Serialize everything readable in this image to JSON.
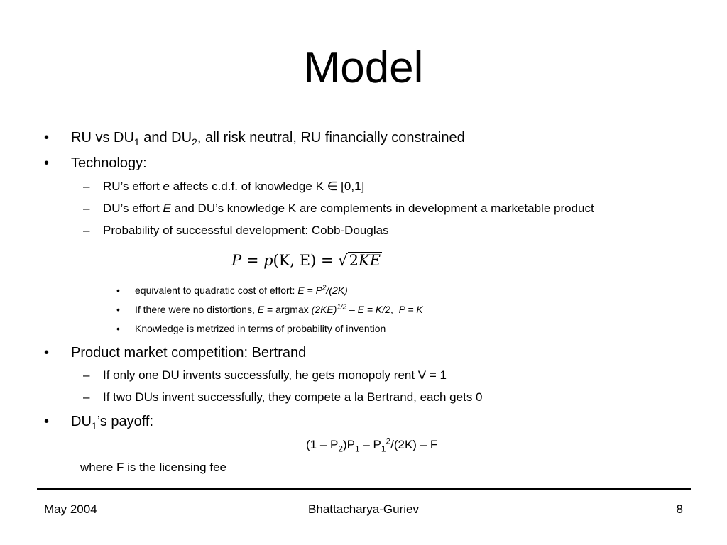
{
  "slide": {
    "title": "Model",
    "bullets": {
      "b1": {
        "marker": "•",
        "t_a": "RU vs DU",
        "sub1": "1",
        "t_b": " and DU",
        "sub2": "2",
        "t_c": ", all risk neutral, RU financially constrained"
      },
      "b2": {
        "marker": "•",
        "text": "Technology:",
        "items": {
          "s1": {
            "marker": "–",
            "t_a": "RU’s effort ",
            "em": "e",
            "t_b": " affects c.d.f. of knowledge K ",
            "symbol": "∈",
            "t_c": " [0,1]"
          },
          "s2": {
            "marker": "–",
            "t_a": "DU’s effort ",
            "em": "E",
            "t_b": " and DU’s knowledge K are complements in development a marketable product"
          },
          "s3": {
            "marker": "–",
            "text": "Probability of successful development: Cobb-Douglas"
          }
        },
        "formula": {
          "lhs": "P",
          "eq1": " = ",
          "fn": "p",
          "args": "(K, E)",
          "eq2": " = ",
          "radical": "√",
          "radicand_num": "2",
          "radicand_var": "KE"
        },
        "subitems": {
          "t1": {
            "marker": "•",
            "t_a": "equivalent to quadratic cost of effort: ",
            "em_a": "E = P",
            "sup": "2",
            "em_b": "/(2K)"
          },
          "t2": {
            "marker": "•",
            "t_a": "If there were no distortions, ",
            "em_a": "E",
            "t_b": " = argmax ",
            "em_b": "(2KE)",
            "sup": "1/2",
            "em_c": " – E = K/2",
            "t_c": ",  ",
            "em_d": "P = K"
          },
          "t3": {
            "marker": "•",
            "text": "Knowledge is metrized in terms of probability of invention"
          }
        }
      },
      "b3": {
        "marker": "•",
        "text": "Product market competition: Bertrand",
        "items": {
          "s1": {
            "marker": "–",
            "text": "If only one DU invents successfully, he gets monopoly rent V = 1"
          },
          "s2": {
            "marker": "–",
            "text": "If two DUs invent successfully, they compete a la Bertrand, each gets 0"
          }
        }
      },
      "b4": {
        "marker": "•",
        "t_a": "DU",
        "sub": "1",
        "t_b": "’s payoff:",
        "payoff": {
          "t_a": "(1 – P",
          "sub_a": "2",
          "t_b": ")P",
          "sub_b": "1",
          "t_c": " – P",
          "sub_c": "1",
          "sup_c": "2",
          "t_d": "/(2K) – F"
        },
        "note": "where F is the licensing fee"
      }
    }
  },
  "footer": {
    "left": "May 2004",
    "center": "Bhattacharya-Guriev",
    "right": "8"
  }
}
